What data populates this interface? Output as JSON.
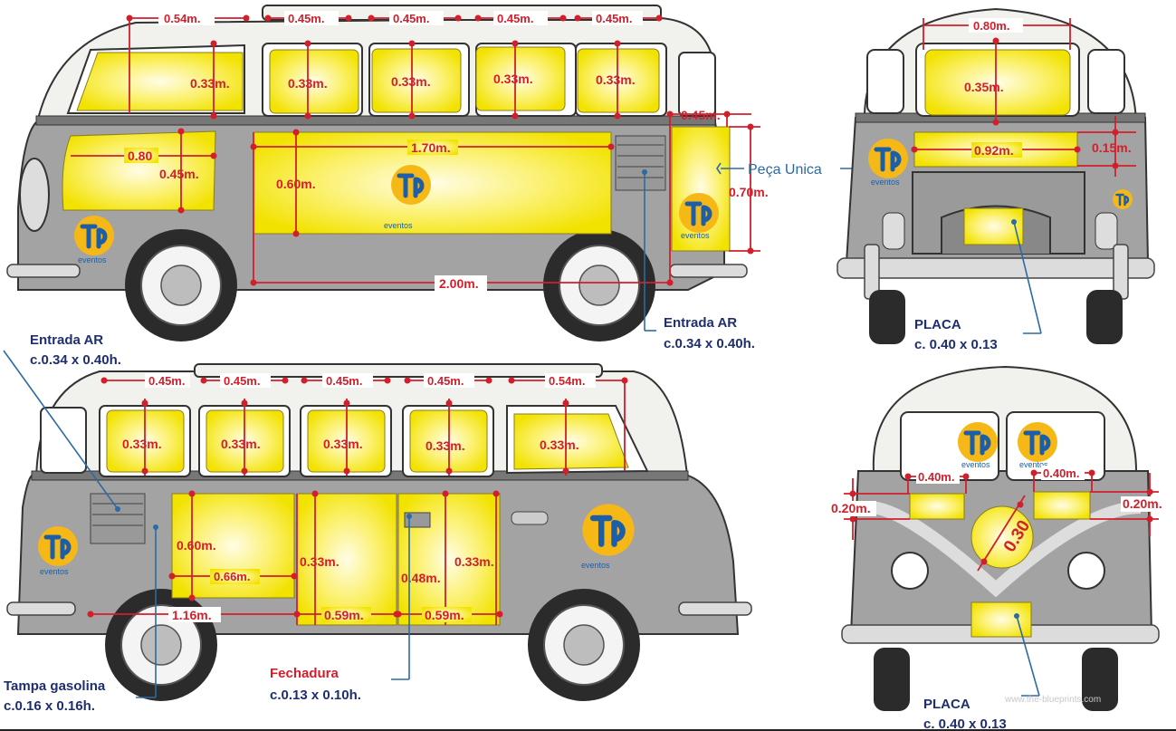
{
  "side_left": {
    "window_widths": [
      "0.54m.",
      "0.45m.",
      "0.45m.",
      "0.45m.",
      "0.45m."
    ],
    "window_heights": [
      "0.33m.",
      "0.33m.",
      "0.33m.",
      "0.33m.",
      "0.33m."
    ],
    "front_panel_width": "0.80",
    "front_panel_height": "0.45m.",
    "main_panel_width": "1.70m.",
    "main_panel_height": "0.60m.",
    "total_length": "2.00m.",
    "rear_corner_width": "0.45m.",
    "rear_corner_height": "0.70m.",
    "peca_unica": "Peça Unica",
    "entrada_ar_title": "Entrada AR",
    "entrada_ar_size": "c.0.34 x 0.40h."
  },
  "rear_view": {
    "window_width": "0.80m.",
    "window_height": "0.35m.",
    "strip_width": "0.92m.",
    "strip_height": "0.15m.",
    "placa_title": "PLACA",
    "placa_size": "c. 0.40 x 0.13"
  },
  "side_right": {
    "window_widths": [
      "0.45m.",
      "0.45m.",
      "0.45m.",
      "0.45m.",
      "0.54m."
    ],
    "window_heights": [
      "0.33m.",
      "0.33m.",
      "0.33m.",
      "0.33m.",
      "0.33m."
    ],
    "panel1_height": "0.60m.",
    "panel1_width": "0.66m.",
    "length_front": "1.16m.",
    "door1_height": "0.33m.",
    "door1_width": "0.59m.",
    "door2_height": "0.33m.",
    "door2_width": "0.59m.",
    "lock_height": "0.48m.",
    "entrada_ar_title": "Entrada AR",
    "entrada_ar_size": "c.0.34 x 0.40h.",
    "tampa_title": "Tampa gasolina",
    "tampa_size": "c.0.16 x 0.16h.",
    "fechadura_title": "Fechadura",
    "fechadura_size": "c.0.13 x 0.10h."
  },
  "front_view": {
    "left_width": "0.40m.",
    "right_width": "0.40m.",
    "left_height": "0.20m.",
    "right_height": "0.20m.",
    "circle_label": "0.30",
    "placa_title": "PLACA",
    "placa_size": "c. 0.40 x 0.13"
  },
  "logo": {
    "mark": "Tp",
    "word": "eventos"
  },
  "watermark": "www.the-blueprints.com",
  "colors": {
    "dimension": "#d21f2b",
    "panel": "#f7e400",
    "leader": "#2c6aa3",
    "logo_circle": "#f5b817",
    "logo_text": "#1d5ea8",
    "note_text": "#1f2f6e"
  }
}
